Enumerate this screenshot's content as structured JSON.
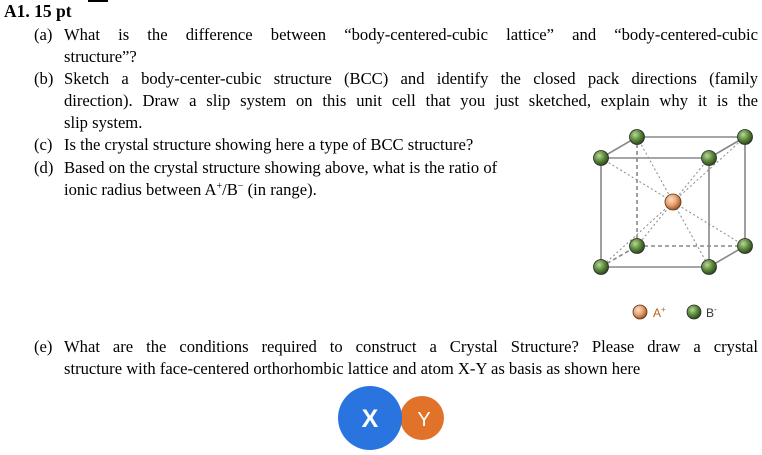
{
  "heading": "A1. 15 pt",
  "questions": {
    "a": {
      "label": "(a)",
      "lines": [
        "What is the difference between “body-centered-cubic lattice” and “body-centered-cubic",
        "structure”?"
      ]
    },
    "b": {
      "label": "(b)",
      "lines": [
        "Sketch a body-center-cubic structure (BCC) and identify the closed pack directions (family",
        "direction). Draw a slip system on this unit cell that you just sketched, explain why it is the",
        "slip system."
      ]
    },
    "c": {
      "label": "(c)",
      "lines": [
        "Is the crystal structure showing here a type of BCC structure?"
      ]
    },
    "d": {
      "label": "(d)",
      "lines": [
        "Based on the crystal structure showing above, what is the ratio of"
      ],
      "line2_prefix": "ionic radius between A",
      "line2_sup_a": "+",
      "line2_mid": "/B",
      "line2_sup_b": "−",
      "line2_suffix": " (in range)."
    },
    "e": {
      "label": "(e)",
      "lines": [
        "What are the conditions required to construct a Crystal Structure? Please draw a crystal",
        "structure with face-centered orthorhombic lattice and atom X-Y as basis as shown here"
      ]
    }
  },
  "legend": {
    "a_label": "A",
    "a_sup": "+",
    "b_label": "B",
    "b_sup": "-"
  },
  "basis": {
    "x_label": "X",
    "y_label": "Y"
  },
  "colors": {
    "atom_a": "#e8a070",
    "atom_b": "#5c8a3c",
    "atom_x": "#2a74e0",
    "atom_y": "#e0722a",
    "cube_edge": "#888888",
    "legend_a_text": "#c0601a",
    "legend_b_text": "#333333"
  }
}
